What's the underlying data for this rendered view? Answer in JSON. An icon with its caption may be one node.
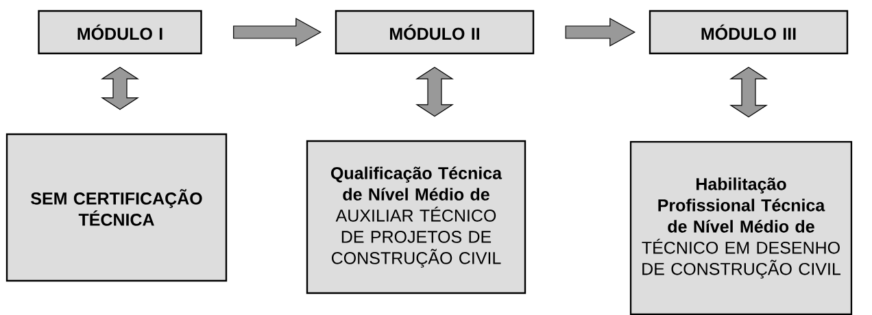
{
  "diagram": {
    "nodes": [
      {
        "text": [
          "MÓDULO I"
        ]
      },
      {
        "text": [
          "MÓDULO II"
        ]
      },
      {
        "text": [
          "MÓDULO III"
        ]
      },
      {
        "text": [
          "SEM CERTIFICAÇÃO TÉCNICA"
        ]
      },
      {
        "text": [
          "Qualificação Técnica de Nível Médio de",
          "AUXILIAR TÉCNICO DE PROJETOS DE CONSTRUÇÃO CIVIL"
        ]
      },
      {
        "text": [
          "Habilitação Profissional Técnica de Nível Médio de",
          "TÉCNICO EM DESENHO DE CONSTRUÇÃO CIVIL"
        ]
      }
    ],
    "edges": [
      {
        "from": 0,
        "to": 1,
        "arrow": "to"
      },
      {
        "from": 1,
        "to": 2,
        "arrow": "to"
      },
      {
        "from": 0,
        "to": 3,
        "arrow": "both"
      },
      {
        "from": 1,
        "to": 4,
        "arrow": "both"
      },
      {
        "from": 2,
        "to": 5,
        "arrow": "both"
      }
    ]
  }
}
